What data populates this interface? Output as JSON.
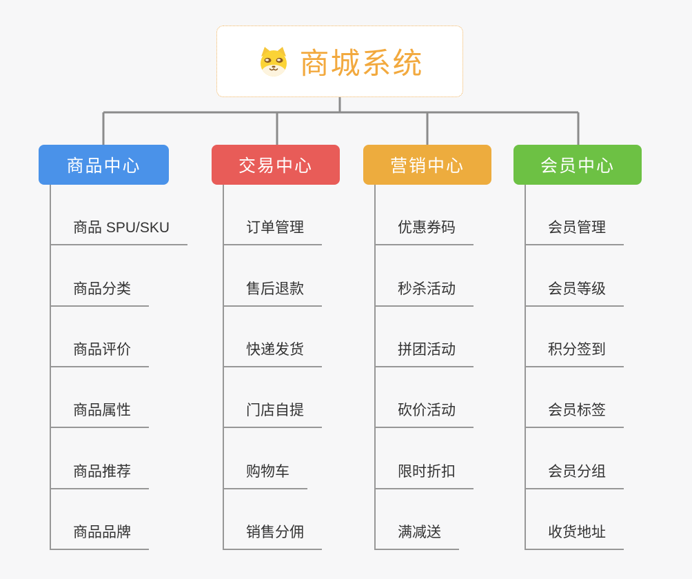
{
  "root": {
    "title": "商城系统",
    "icon": "shiba-dog-icon",
    "accent_color": "#F2A93E",
    "border_color": "#F0B35E"
  },
  "connector_color": "#8B8B8B",
  "branches": [
    {
      "label": "商品中心",
      "color": "#4A92E9",
      "children": [
        "商品 SPU/SKU",
        "商品分类",
        "商品评价",
        "商品属性",
        "商品推荐",
        "商品品牌"
      ]
    },
    {
      "label": "交易中心",
      "color": "#E85C58",
      "children": [
        "订单管理",
        "售后退款",
        "快递发货",
        "门店自提",
        "购物车",
        "销售分佣"
      ]
    },
    {
      "label": "营销中心",
      "color": "#EDAC3E",
      "children": [
        "优惠券码",
        "秒杀活动",
        "拼团活动",
        "砍价活动",
        "限时折扣",
        "满减送"
      ]
    },
    {
      "label": "会员中心",
      "color": "#6DC144",
      "children": [
        "会员管理",
        "会员等级",
        "积分签到",
        "会员标签",
        "会员分组",
        "收货地址"
      ]
    }
  ]
}
